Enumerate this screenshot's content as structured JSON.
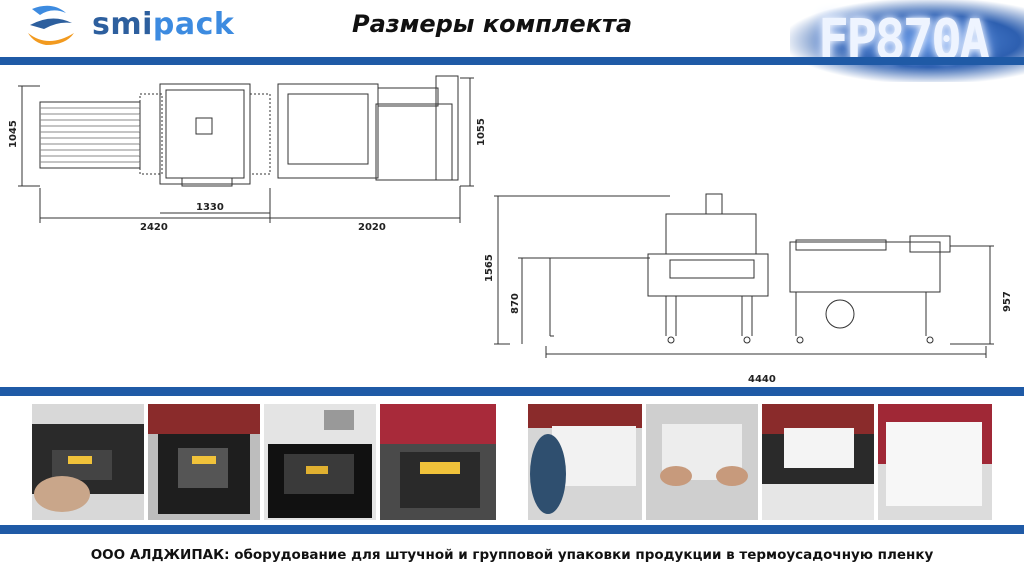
{
  "header": {
    "logo_text_1": "smi",
    "logo_text_2": "pack",
    "title": "Размеры комплекта",
    "model": "FP870A"
  },
  "top_view": {
    "dim_height_left": "1045",
    "dim_height_right": "1055",
    "dim_inner_width": "1330",
    "dim_left_width": "2420",
    "dim_right_width": "2020"
  },
  "side_view": {
    "dim_total_height": "1565",
    "dim_conveyor_height": "870",
    "dim_right_height": "957",
    "dim_total_length": "4440"
  },
  "photos": [
    {
      "label": "Packing operator placing product"
    },
    {
      "label": "Film-wrapped product on tray"
    },
    {
      "label": "Product in sealing frame"
    },
    {
      "label": "Shrunk package in tunnel"
    },
    {
      "label": "Operator wrapping white product"
    },
    {
      "label": "Hands adjusting film"
    },
    {
      "label": "Product entering sealer"
    },
    {
      "label": "Finished white package"
    }
  ],
  "footer": {
    "text": "ООО АЛДЖИПАК: оборудование для штучной и групповой упаковки продукции в термоусадочную пленку"
  },
  "colors": {
    "brand_blue": "#1f5aa6",
    "logo_orange": "#f29a1f",
    "logo_blue": "#3d8be0"
  }
}
